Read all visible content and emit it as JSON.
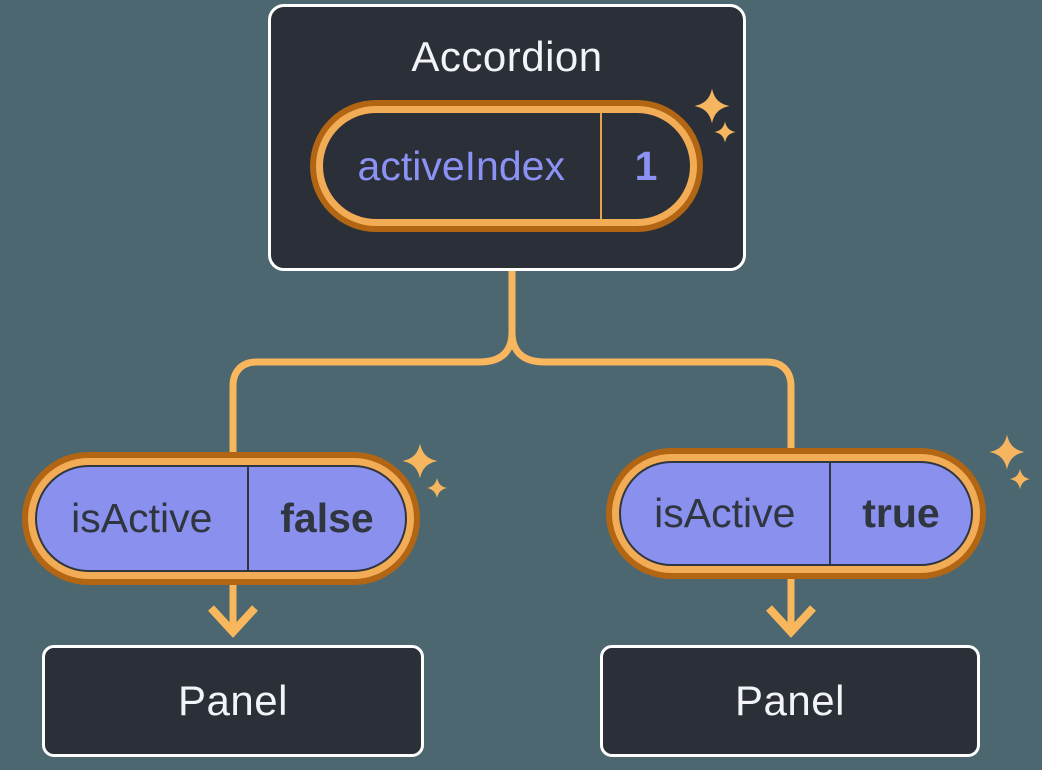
{
  "canvas": {
    "background_color": "#4C6770",
    "node_fill_color": "#2A2F38",
    "node_border_color": "#FFFFFF",
    "node_text_color": "#F2F4F7",
    "purple_fill_color": "#8A90EE",
    "purple_text_color": "#8B92F4",
    "dark_text_color": "#30363F",
    "ring_outer_color": "#B26513",
    "ring_inner_color": "#F3AC56",
    "connector_color": "#F8B75C",
    "sparkle_color": "#F6B55F"
  },
  "diagram": {
    "root": {
      "title": "Accordion",
      "state_pill": {
        "label": "activeIndex",
        "value": "1"
      }
    },
    "branches": [
      {
        "prop_pill": {
          "label": "isActive",
          "value": "false"
        },
        "panel_title": "Panel"
      },
      {
        "prop_pill": {
          "label": "isActive",
          "value": "true"
        },
        "panel_title": "Panel"
      }
    ]
  }
}
